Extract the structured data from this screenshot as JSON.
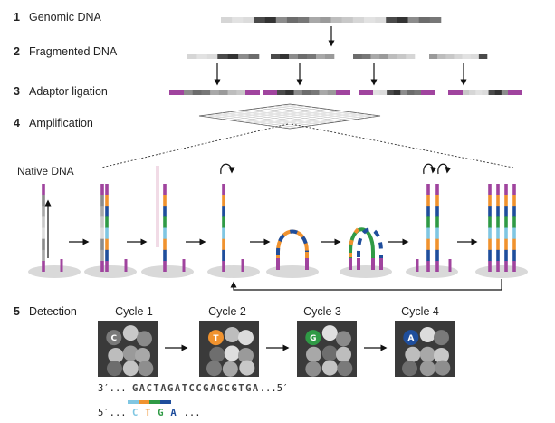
{
  "steps": [
    {
      "num": "1",
      "label": "Genomic DNA"
    },
    {
      "num": "2",
      "label": "Fragmented DNA"
    },
    {
      "num": "3",
      "label": "Adaptor ligation"
    },
    {
      "num": "4",
      "label": "Amplification"
    },
    {
      "num": "5",
      "label": "Detection"
    }
  ],
  "native_dna_label": "Native DNA",
  "cycles": [
    {
      "label": "Cycle 1",
      "base": "C",
      "color": "#7fc6e2"
    },
    {
      "label": "Cycle 2",
      "base": "T",
      "color": "#f0922e"
    },
    {
      "label": "Cycle 3",
      "base": "G",
      "color": "#2f9a45"
    },
    {
      "label": "Cycle 4",
      "base": "A",
      "color": "#1f4e9c"
    }
  ],
  "template_strand": {
    "prefix": "3′...",
    "bases": "GACTAGATCCGAGCGTGA",
    "suffix": "...5′"
  },
  "read_strand": {
    "prefix": "5′...",
    "bases": [
      "C",
      "T",
      "G",
      "A"
    ],
    "suffix": "..."
  },
  "colors": {
    "adaptor": "#a0449e",
    "base_C": "#7fc6e2",
    "base_T": "#f0922e",
    "base_G": "#2f9a45",
    "base_A": "#1f4e9c",
    "panel": "#3a3a3a"
  }
}
